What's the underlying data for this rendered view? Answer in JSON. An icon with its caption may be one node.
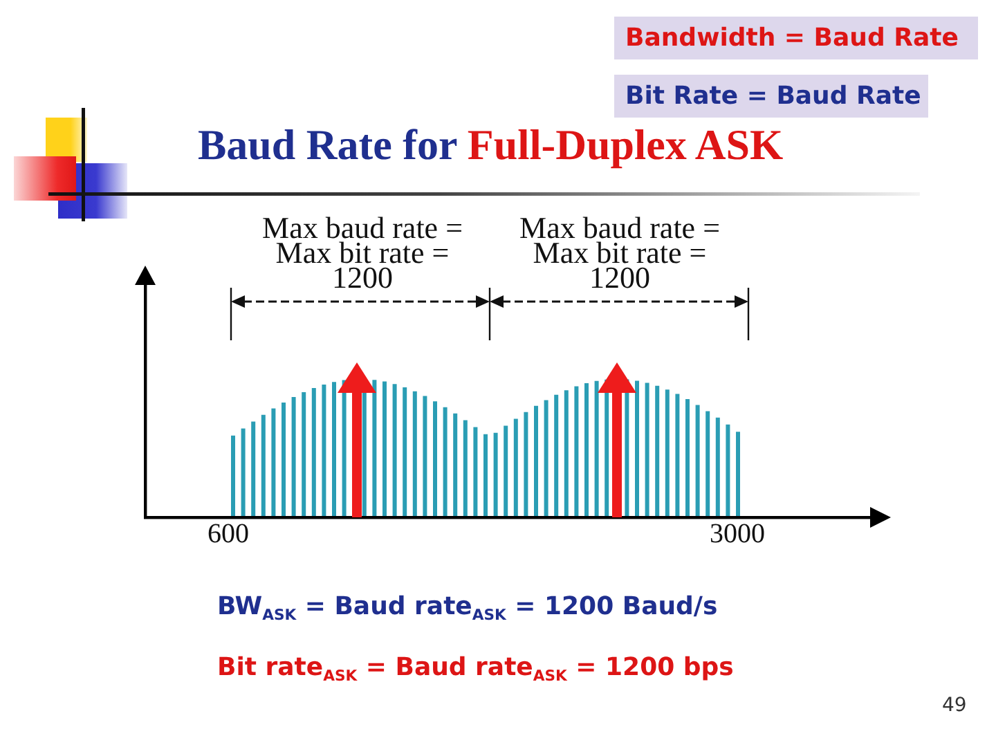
{
  "diagram": {
    "title": "Baud Rate for Full-Duplex ASK",
    "labels": [
      "Bandwidth = Baud Rate",
      "Bit Rate = Baud Rate",
      "Max baud rate = Max bit rate = 1200",
      "Max baud rate = Max bit rate = 1200",
      "600",
      "3000",
      "BW$_{ASK}$ = Baud rate$_{ASK}$ = 1200 Baud/s",
      "Bit rate$_{ASK}$ = Baud rate$_{ASK}$ = 1200 bps",
      "49"
    ]
  }
}
